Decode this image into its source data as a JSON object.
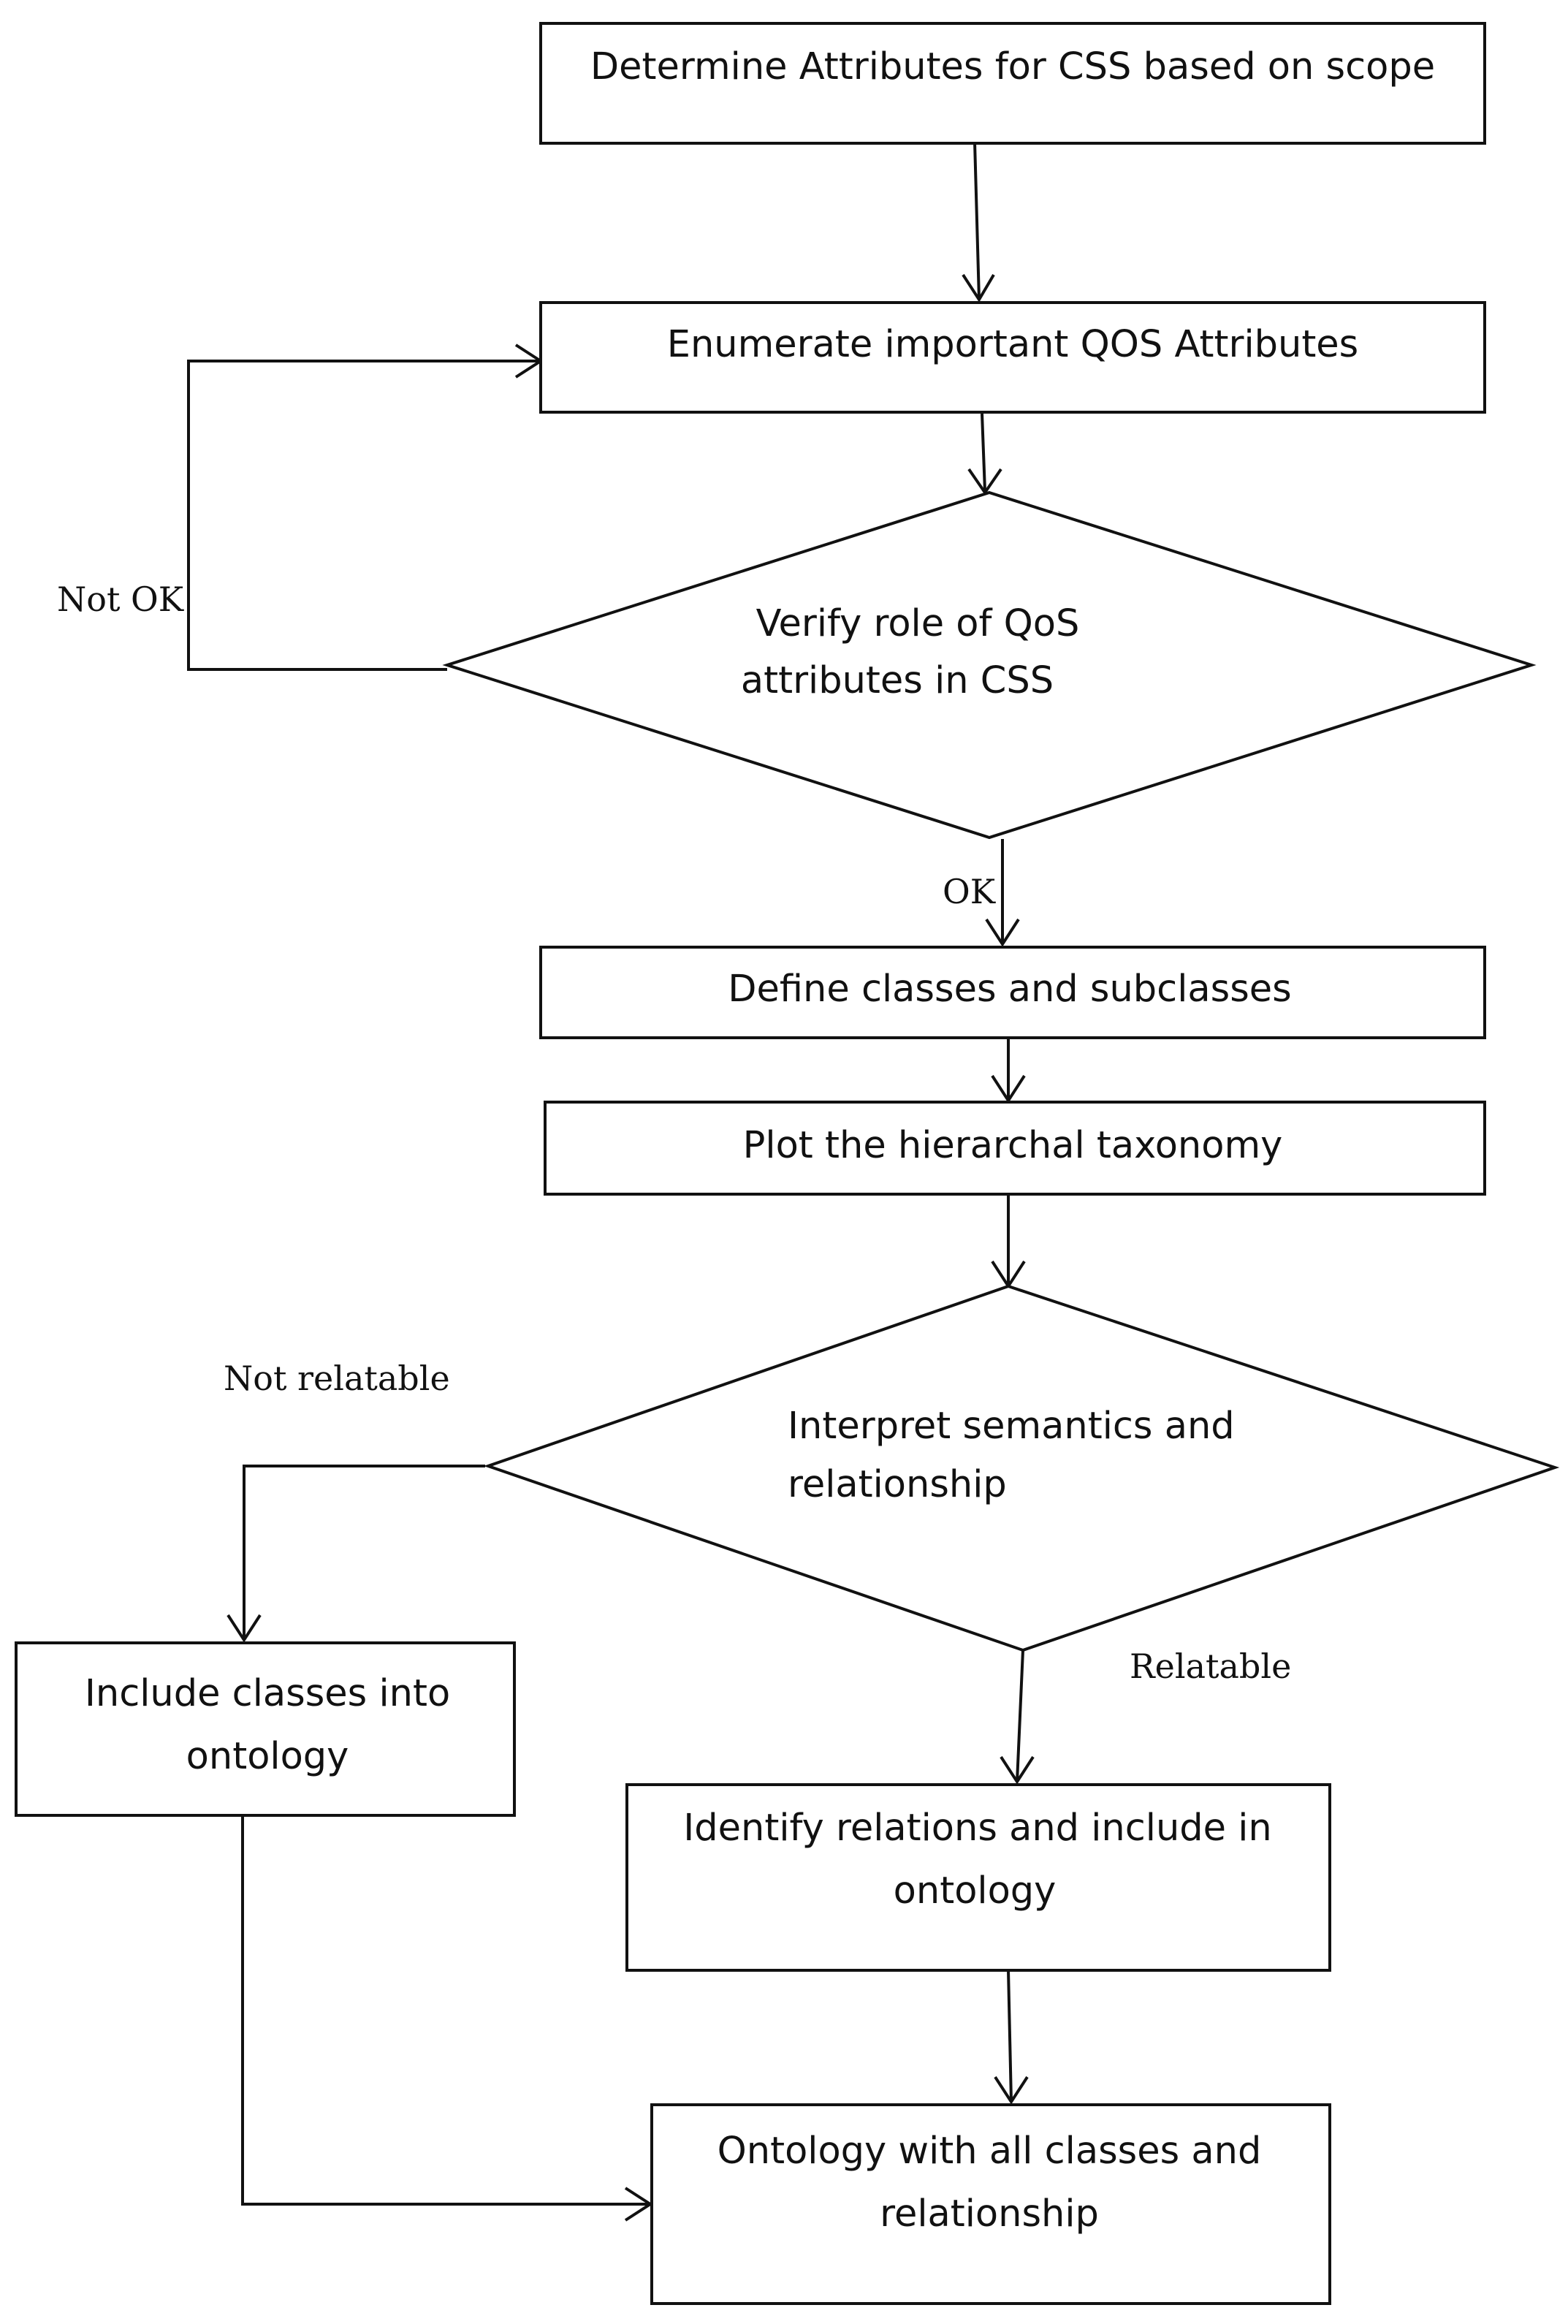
{
  "nodes": {
    "determine_attributes": {
      "lines": [
        "Determine Attributes for CSS based on scope"
      ]
    },
    "enumerate_qos": {
      "lines": [
        "Enumerate important QOS Attributes"
      ]
    },
    "verify_role": {
      "lines": [
        "Verify role of QoS",
        "attributes in CSS"
      ]
    },
    "define_classes": {
      "lines": [
        "Define classes and subclasses"
      ]
    },
    "plot_taxonomy": {
      "lines": [
        "Plot the hierarchal taxonomy"
      ]
    },
    "interpret_semantics": {
      "lines": [
        "Interpret semantics and",
        "relationship"
      ]
    },
    "include_classes": {
      "lines": [
        "Include classes into",
        "ontology"
      ]
    },
    "identify_relations": {
      "lines": [
        "Identify relations and include in",
        "ontology"
      ]
    },
    "ontology_final": {
      "lines": [
        "Ontology with all classes and",
        "relationship"
      ]
    }
  },
  "edge_labels": {
    "not_ok": "Not OK",
    "ok": "OK",
    "not_relatable": "Not relatable",
    "relatable": "Relatable"
  }
}
